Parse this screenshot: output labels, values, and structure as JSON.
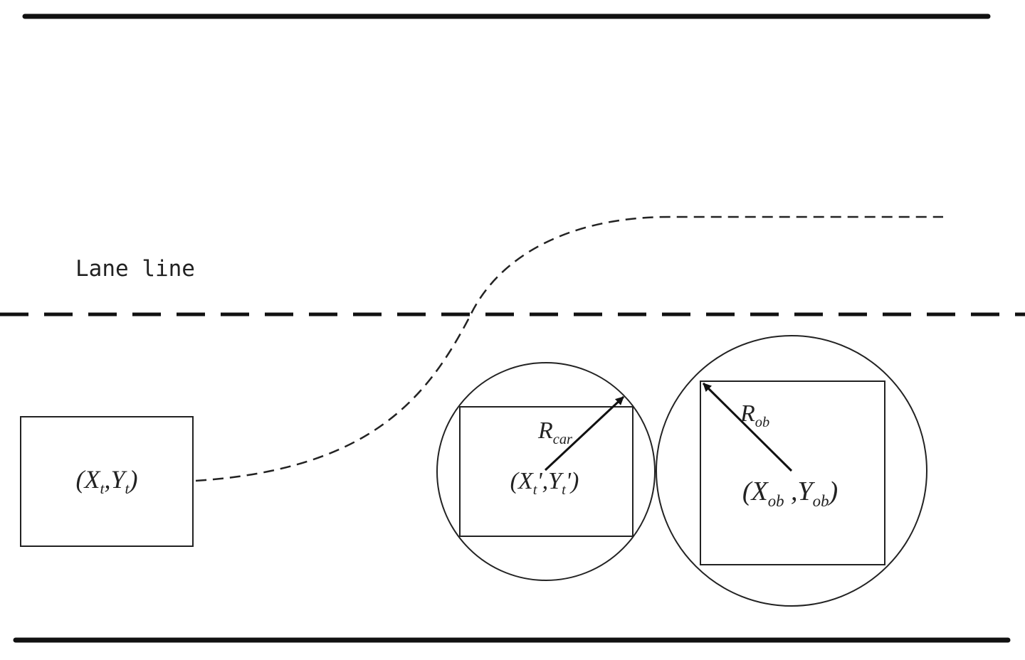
{
  "lane_label": "Lane line",
  "vehicle": {
    "label_open": "(",
    "label_x": "X",
    "label_x_sub": "t",
    "label_sep": ",",
    "label_y": "Y",
    "label_y_sub": "t",
    "label_close": ")"
  },
  "target_position": {
    "label_open": "(",
    "label_x": "X",
    "label_x_sub": "t",
    "label_x_prime": "'",
    "label_sep": ",",
    "label_y": "Y",
    "label_y_sub": "t",
    "label_y_prime": "'",
    "label_close": ")",
    "radius_symbol": "R",
    "radius_sub": "car"
  },
  "obstacle": {
    "label_open": "(",
    "label_x": "X",
    "label_x_sub": "ob",
    "label_sep": " ,",
    "label_y": "Y",
    "label_y_sub": "ob",
    "label_close": ")",
    "radius_symbol": "R",
    "radius_sub": "ob"
  },
  "colors": {
    "line": "#111111",
    "stroke": "#222222",
    "background": "#ffffff"
  }
}
